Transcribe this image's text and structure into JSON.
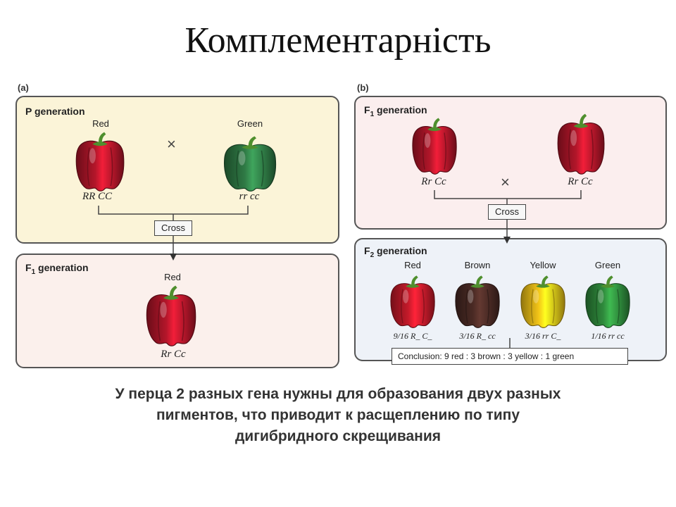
{
  "title": "Комплементарність",
  "panel_a": {
    "tag": "(a)",
    "p_generation": {
      "label": "P generation",
      "left": {
        "name": "Red",
        "genotype": "RR CC",
        "color": "#b3162a"
      },
      "times": "×",
      "right": {
        "name": "Green",
        "genotype": "rr cc",
        "color": "#2f7a45"
      },
      "cross": "Cross"
    },
    "f1_generation": {
      "label": "F",
      "label_sub": "1",
      "label_rest": " generation",
      "pepper": {
        "name": "Red",
        "genotype": "Rr Cc",
        "color": "#b3162a"
      }
    }
  },
  "panel_b": {
    "tag": "(b)",
    "f1_generation": {
      "label": "F",
      "label_sub": "1",
      "label_rest": " generation",
      "left": {
        "genotype": "Rr Cc",
        "color": "#b3162a"
      },
      "times": "×",
      "right": {
        "genotype": "Rr Cc",
        "color": "#b3162a"
      },
      "cross": "Cross"
    },
    "f2_generation": {
      "label": "F",
      "label_sub": "2",
      "label_rest": " generation",
      "phenotypes": [
        {
          "name": "Red",
          "genotype": "9/16 R_ C_",
          "color": "#c41a2a"
        },
        {
          "name": "Brown",
          "genotype": "3/16 R_ cc",
          "color": "#4a2a24"
        },
        {
          "name": "Yellow",
          "genotype": "3/16 rr C_",
          "color": "#f2c418"
        },
        {
          "name": "Green",
          "genotype": "1/16 rr cc",
          "color": "#2f8a3c"
        }
      ],
      "conclusion": "Conclusion: 9 red : 3 brown : 3 yellow : 1 green"
    }
  },
  "caption": "У перца 2 разных гена нужны для образования двух разных\nпигментов, что приводит к расщеплению по типу\nдигибридного скрещивания",
  "colors": {
    "panel_a_top_bg": "#fbf4d8",
    "panel_a_bottom_bg": "#fbf0ec",
    "panel_b_top_bg": "#fbeeee",
    "panel_b_bottom_bg": "#eef2f8",
    "stem": "#4f8f2e"
  },
  "icons": [
    "pepper-icon",
    "cross-arrow-icon"
  ]
}
